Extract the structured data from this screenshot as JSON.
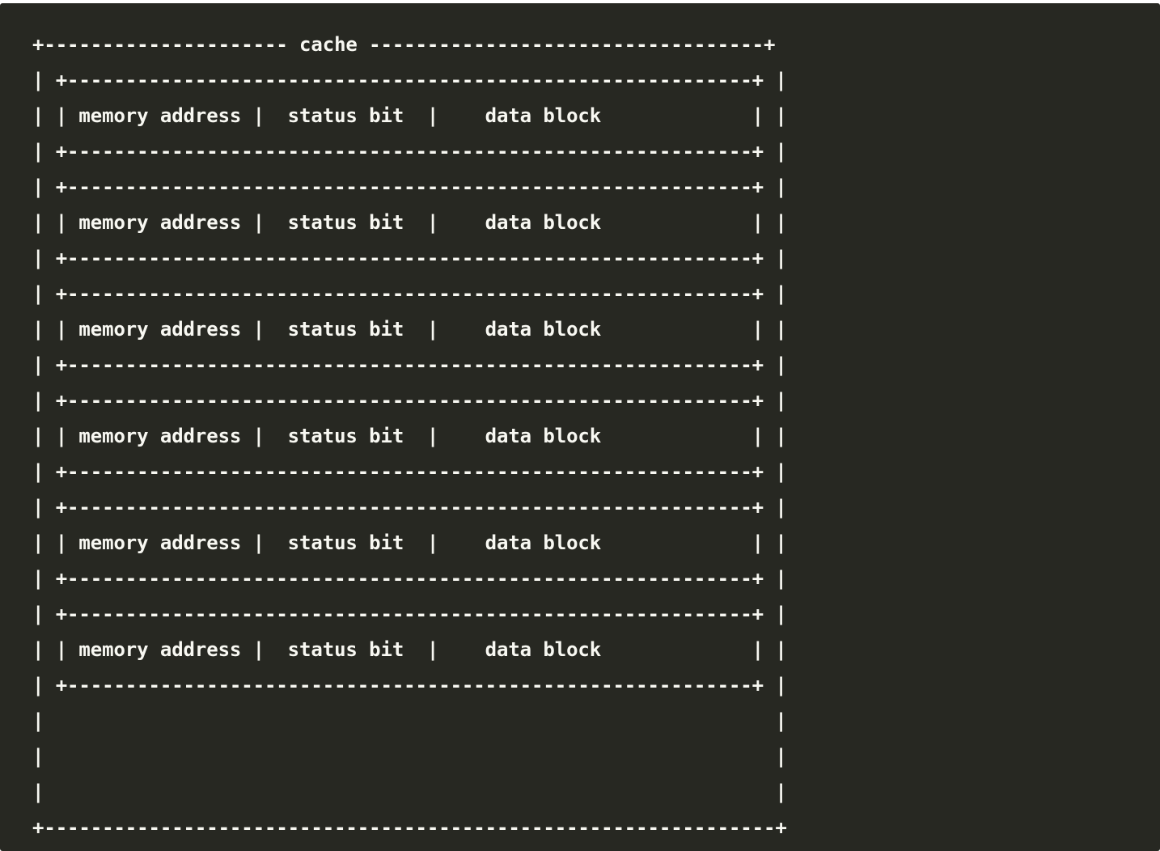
{
  "diagram": {
    "lines": [
      "+--------------------- cache ----------------------------------+",
      "| +-----------------------------------------------------------+ |",
      "| | memory address |  status bit  |    data block             | |",
      "| +-----------------------------------------------------------+ |",
      "| +-----------------------------------------------------------+ |",
      "| | memory address |  status bit  |    data block             | |",
      "| +-----------------------------------------------------------+ |",
      "| +-----------------------------------------------------------+ |",
      "| | memory address |  status bit  |    data block             | |",
      "| +-----------------------------------------------------------+ |",
      "| +-----------------------------------------------------------+ |",
      "| | memory address |  status bit  |    data block             | |",
      "| +-----------------------------------------------------------+ |",
      "| +-----------------------------------------------------------+ |",
      "| | memory address |  status bit  |    data block             | |",
      "| +-----------------------------------------------------------+ |",
      "| +-----------------------------------------------------------+ |",
      "| | memory address |  status bit  |    data block             | |",
      "| +-----------------------------------------------------------+ |",
      "|                                                               |",
      "|                                                               |",
      "|                                                               |",
      "+---------------------------------------------------------------+"
    ]
  },
  "colors": {
    "background": "#272822",
    "text": "#f8f8f2"
  }
}
